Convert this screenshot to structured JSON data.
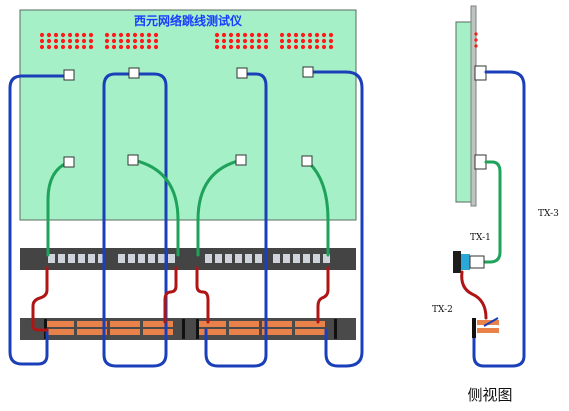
{
  "title": "西元网络跳线测试仪",
  "labels": {
    "tx1": "TX-1",
    "tx2": "TX-2",
    "tx3": "TX-3",
    "side_view": "侧视图"
  },
  "colors": {
    "board_fill": "#a6f0c8",
    "board_stroke": "#5a6a60",
    "title_text": "#1a3cff",
    "led_red": "#ff1a1a",
    "patch_panel": "#444444",
    "patch_port": "#cfd3db",
    "wiring_block": "#4a4a4a",
    "wiring_pair": "#e8824a",
    "cable_blue": "#1b3fb8",
    "cable_green": "#1fa35a",
    "cable_red": "#b01515",
    "rj45_plug": "#2aa8d8",
    "text_dark": "#111111"
  },
  "leds": {
    "groups": 4,
    "rows": 3,
    "per_row": 8
  },
  "ports": {
    "top_count": 4,
    "bottom_count": 4,
    "panel_ports": 24
  }
}
